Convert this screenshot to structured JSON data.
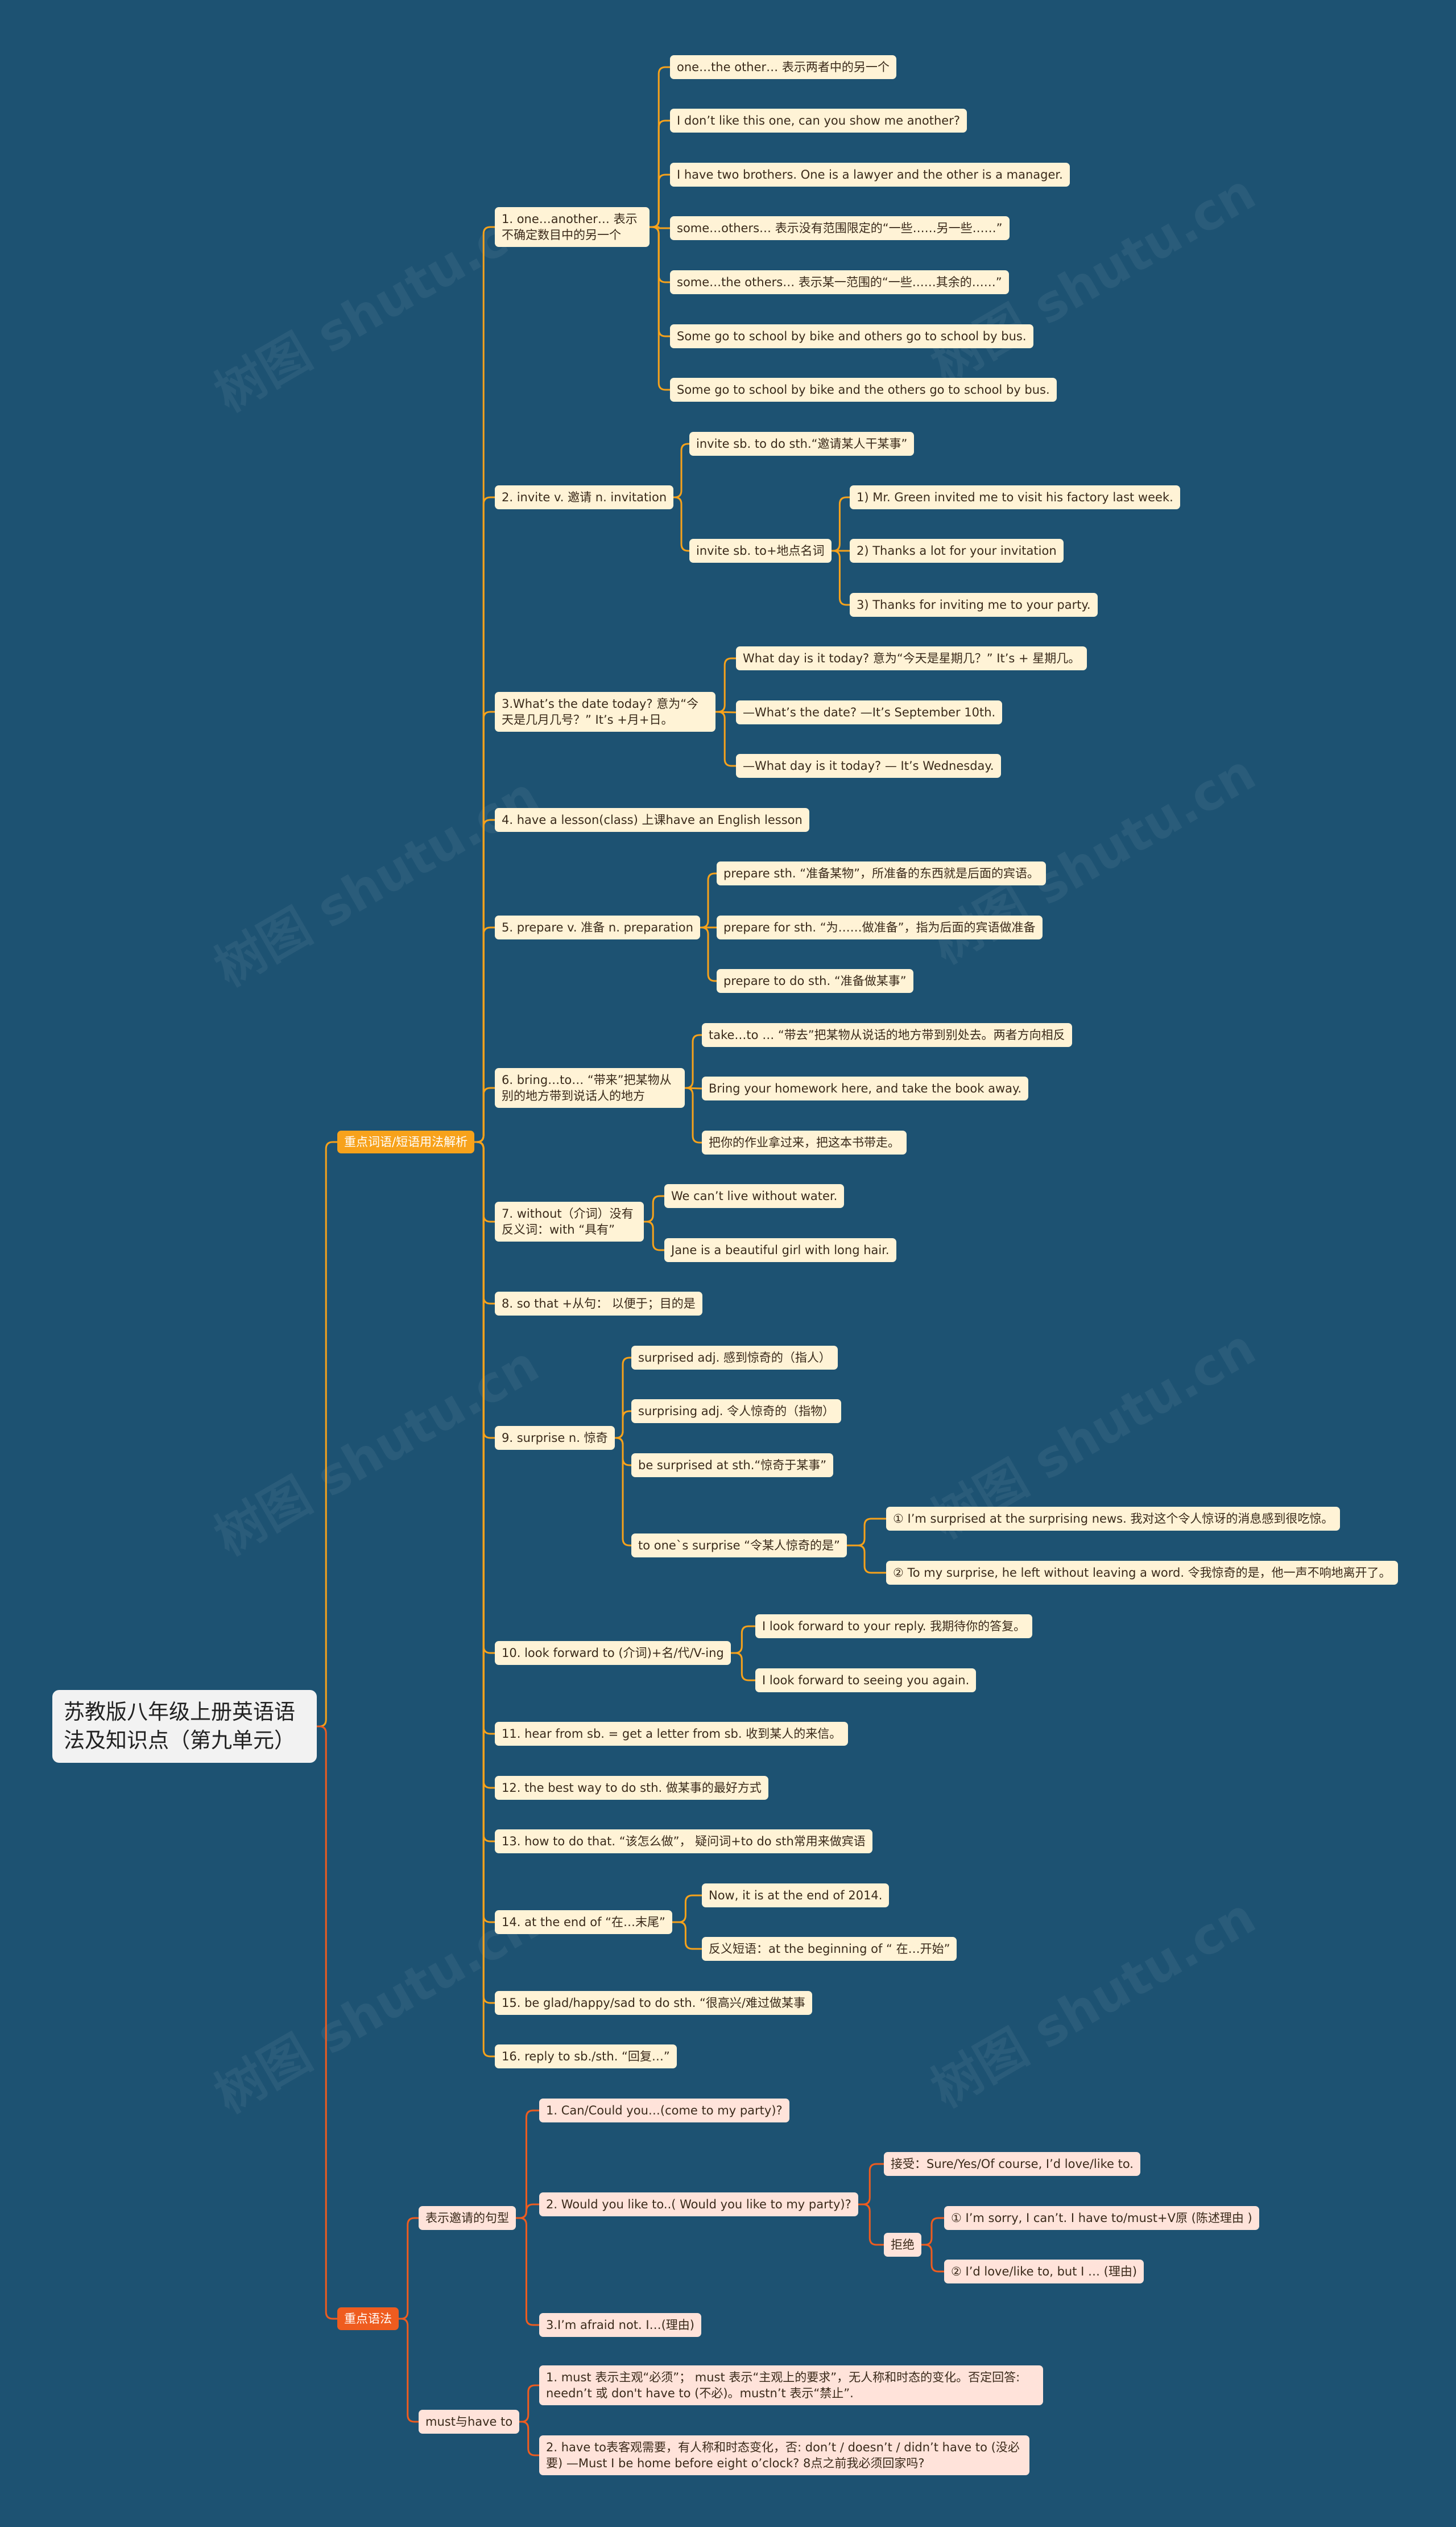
{
  "title": "苏教版八年级上册英语语法及知识点（第九单元）",
  "watermark": "树图 shutu.cn",
  "colors": {
    "background": "#1d5272",
    "branch_a": "#f7a21b",
    "branch_b": "#ef5c1f",
    "node_a": "#fff3d6",
    "node_b": "#ffe3da",
    "root": "#f2f2f2"
  },
  "branches": [
    {
      "label": "重点词语/短语用法解析",
      "items": [
        {
          "label": "1. one…another… 表示不确定数目中的另一个",
          "children": [
            {
              "label": "one…the other… 表示两者中的另一个"
            },
            {
              "label": "I don’t like this one, can you show me another?"
            },
            {
              "label": "I have two brothers. One is a lawyer and the other is a manager."
            },
            {
              "label": "some…others… 表示没有范围限定的“一些……另一些……”"
            },
            {
              "label": "some…the others… 表示某一范围的“一些……其余的……”"
            },
            {
              "label": "Some go to school by bike and others go to school by bus."
            },
            {
              "label": "Some go to school by bike and the others go to school by bus."
            }
          ]
        },
        {
          "label": "2. invite v. 邀请 n. invitation",
          "children": [
            {
              "label": "invite sb. to do sth.“邀请某人干某事”"
            },
            {
              "label": "invite sb. to+地点名词",
              "children": [
                {
                  "label": "1) Mr. Green invited me to visit his factory last week."
                },
                {
                  "label": "2) Thanks a lot for your invitation"
                },
                {
                  "label": "3) Thanks for inviting me to your party."
                }
              ]
            }
          ]
        },
        {
          "label": "3.What’s the date today? 意为“今天是几月几号？” It’s +月+日。",
          "children": [
            {
              "label": "What day is it today? 意为“今天是星期几？” It’s + 星期几。"
            },
            {
              "label": "—What’s the date? —It’s September 10th."
            },
            {
              "label": "—What day is it today? — It’s Wednesday."
            }
          ]
        },
        {
          "label": "4. have a lesson(class) 上课have an English lesson"
        },
        {
          "label": "5. prepare v. 准备 n. preparation",
          "children": [
            {
              "label": "prepare sth. “准备某物”，所准备的东西就是后面的宾语。"
            },
            {
              "label": "prepare for sth. “为……做准备”，指为后面的宾语做准备"
            },
            {
              "label": "prepare to do sth. “准备做某事”"
            }
          ]
        },
        {
          "label": "6. bring…to… “带来”把某物从别的地方带到说话人的地方",
          "children": [
            {
              "label": "take…to … “带去”把某物从说话的地方带到别处去。两者方向相反"
            },
            {
              "label": "Bring your homework here, and take the book away."
            },
            {
              "label": "把你的作业拿过来，把这本书带走。"
            }
          ]
        },
        {
          "label": "7. without（介词）没有 反义词：with “具有”",
          "children": [
            {
              "label": "We can’t live without water."
            },
            {
              "label": "Jane is a beautiful girl with long hair."
            }
          ]
        },
        {
          "label": "8. so that +从句： 以便于；目的是"
        },
        {
          "label": "9. surprise n. 惊奇",
          "children": [
            {
              "label": "surprised adj. 感到惊奇的（指人）"
            },
            {
              "label": "surprising adj. 令人惊奇的（指物）"
            },
            {
              "label": "be surprised at sth.“惊奇于某事”"
            },
            {
              "label": "to one`s surprise “令某人惊奇的是”",
              "children": [
                {
                  "label": "① I’m surprised at the surprising news. 我对这个令人惊讶的消息感到很吃惊。"
                },
                {
                  "label": "② To my surprise, he left without leaving a word. 令我惊奇的是，他一声不响地离开了。"
                }
              ]
            }
          ]
        },
        {
          "label": "10. look forward to (介词)+名/代/V-ing",
          "children": [
            {
              "label": "I look forward to your reply. 我期待你的答复。"
            },
            {
              "label": "I look forward to seeing you again."
            }
          ]
        },
        {
          "label": "11. hear from sb. = get a letter from sb. 收到某人的来信。"
        },
        {
          "label": "12. the best way to do sth. 做某事的最好方式"
        },
        {
          "label": "13. how to do that. “该怎么做”， 疑问词+to do sth常用来做宾语"
        },
        {
          "label": "14. at the end of “在…末尾”",
          "children": [
            {
              "label": "Now, it is at the end of 2014."
            },
            {
              "label": "反义短语：at the beginning of “ 在…开始”"
            }
          ]
        },
        {
          "label": "15. be glad/happy/sad to do sth. “很高兴/难过做某事"
        },
        {
          "label": "16. reply to sb./sth. “回复…”"
        }
      ]
    },
    {
      "label": "重点语法",
      "items": [
        {
          "label": "表示邀请的句型",
          "children": [
            {
              "label": "1. Can/Could you…(come to my party)?"
            },
            {
              "label": "2. Would you like to..( Would you like to my party)?",
              "children": [
                {
                  "label": "接受：Sure/Yes/Of course, I’d love/like to."
                },
                {
                  "label": "拒绝",
                  "children": [
                    {
                      "label": "① I’m sorry, I can’t. I have to/must+V原 (陈述理由 )"
                    },
                    {
                      "label": "② I’d love/like to, but I … (理由)"
                    }
                  ]
                }
              ]
            },
            {
              "label": "3.I’m afraid not. I…(理由)"
            }
          ]
        },
        {
          "label": "must与have to",
          "children": [
            {
              "label": "1. must 表示主观“必须”； must 表示“主观上的要求”，无人称和时态的变化。否定回答: needn’t 或 don't have to (不必)。mustn’t 表示“禁止”."
            },
            {
              "label": "2. have to表客观需要，有人称和时态变化，否: don’t / doesn’t / didn’t have to (没必要) —Must I be home before eight o’clock? 8点之前我必须回家吗?"
            }
          ]
        }
      ]
    }
  ]
}
